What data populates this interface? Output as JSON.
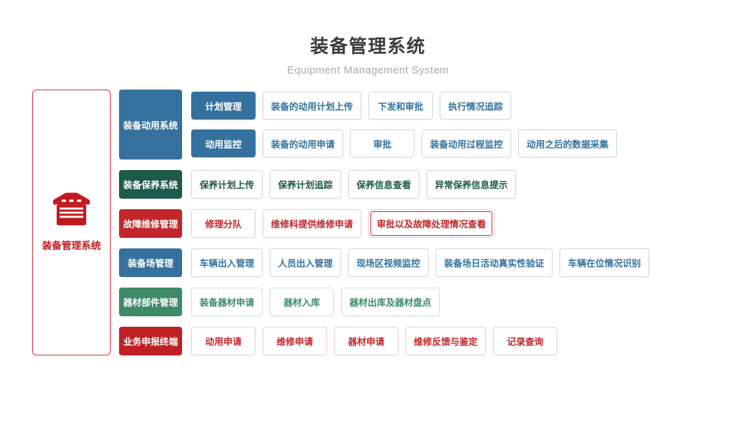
{
  "title": {
    "main": "装备管理系统",
    "subtitle": "Equipment Management System"
  },
  "root": {
    "label": "装备管理系统",
    "icon": "garage-icon"
  },
  "colors": {
    "blue": "#35719e",
    "dark_green": "#1e5a49",
    "red": "#c2262b",
    "green": "#3e8a69",
    "dark_red": "#bf2025",
    "root_red": "#c2191f"
  },
  "rows": [
    {
      "category": "装备动用系统",
      "theme": "blue",
      "subrows": [
        {
          "chip": "计划管理",
          "items": [
            "装备的动用计划上传",
            "下发和审批",
            "执行情况追踪"
          ]
        },
        {
          "chip": "动用监控",
          "items": [
            "装备的动用申请",
            "审批",
            "装备动用过程监控",
            "动用之后的数据采集"
          ]
        }
      ]
    },
    {
      "category": "装备保养系统",
      "theme": "dark_green",
      "items": [
        "保养计划上传",
        "保养计划追踪",
        "保养信息查看",
        "异常保养信息提示"
      ]
    },
    {
      "category": "故障维修管理",
      "theme": "red",
      "items": [
        "修理分队",
        "维修科提供维修申请",
        "审批以及故障处理情况查看"
      ]
    },
    {
      "category": "装备场管理",
      "theme": "blue",
      "items": [
        "车辆出入管理",
        "人员出入管理",
        "现场区视频监控",
        "装备场日活动真实性验证",
        "车辆在位情况识别"
      ]
    },
    {
      "category": "器材部件管理",
      "theme": "green",
      "items": [
        "装备器材申请",
        "器材入库",
        "器材出库及器材盘点"
      ]
    },
    {
      "category": "业务申报终端",
      "theme": "dark_red",
      "items": [
        "动用申请",
        "维修申请",
        "器材申请",
        "维修反馈与鉴定",
        "记录查询"
      ]
    }
  ]
}
